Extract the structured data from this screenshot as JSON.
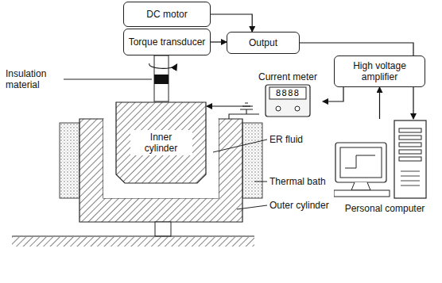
{
  "diagram": {
    "nodes": [
      {
        "text": [
          "DC motor"
        ]
      },
      {
        "text": [
          "Torque transducer"
        ]
      },
      {
        "text": [
          "Output"
        ]
      },
      {
        "text": [
          "High voltage amplifier"
        ]
      },
      {
        "text": [
          "Inner cylinder"
        ]
      },
      {
        "text": [
          "Current meter",
          "8888"
        ]
      },
      {
        "text": [
          "Personal computer"
        ]
      }
    ],
    "edges": [
      {
        "from": 0,
        "to": 2,
        "arrow": "to"
      },
      {
        "from": 1,
        "to": 2,
        "arrow": "to"
      },
      {
        "from": 2,
        "to": 6,
        "arrow": "to"
      },
      {
        "from": 6,
        "to": 3,
        "arrow": "to"
      },
      {
        "from": 3,
        "to": 5,
        "arrow": "to"
      },
      {
        "from": 5,
        "to": 4,
        "arrow": "to"
      }
    ],
    "labels": [
      "Insulation material",
      "ER fluid",
      "Thermal bath",
      "Outer cylinder"
    ]
  }
}
